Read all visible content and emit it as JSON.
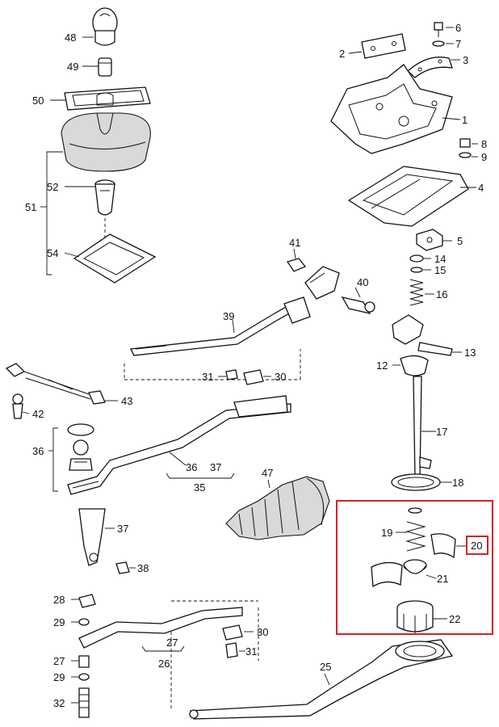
{
  "callouts": {
    "c1": "1",
    "c2": "2",
    "c3": "3",
    "c4": "4",
    "c5": "5",
    "c6": "6",
    "c7": "7",
    "c8": "8",
    "c9": "9",
    "c12": "12",
    "c13": "13",
    "c14": "14",
    "c15": "15",
    "c16": "16",
    "c17": "17",
    "c18": "18",
    "c19": "19",
    "c20": "20",
    "c21": "21",
    "c22": "22",
    "c25": "25",
    "c26": "26",
    "c27a": "27",
    "c27b": "27",
    "c28": "28",
    "c29a": "29",
    "c29b": "29",
    "c30a": "30",
    "c30b": "30",
    "c31a": "31",
    "c31b": "31",
    "c32": "32",
    "c35": "35",
    "c36a": "36",
    "c36b": "36",
    "c37a": "37",
    "c37b": "37",
    "c38": "38",
    "c39": "39",
    "c40": "40",
    "c41": "41",
    "c42": "42",
    "c43": "43",
    "c47": "47",
    "c48": "48",
    "c49": "49",
    "c50": "50",
    "c51": "51",
    "c52": "52",
    "c54": "54"
  },
  "highlight": {
    "color": "#d2232a",
    "label": "20"
  }
}
